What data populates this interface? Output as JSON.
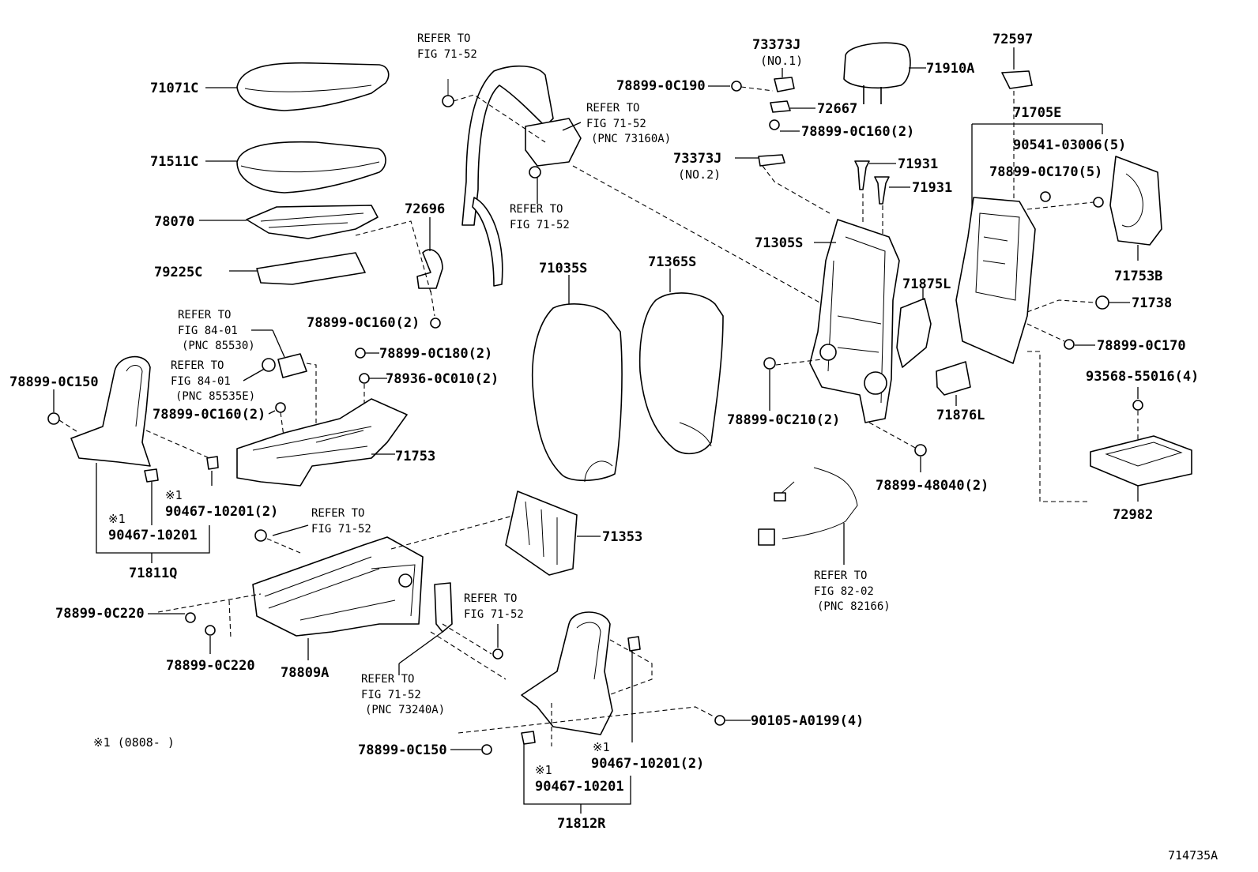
{
  "labels": {
    "p71071C": "71071C",
    "p71511C": "71511C",
    "p78070": "78070",
    "p79225C": "79225C",
    "ref1_l1": "REFER TO",
    "ref1_l2": "FIG 71-52",
    "ref2_l1": "REFER TO",
    "ref2_l2": "FIG 71-52",
    "ref2_l3": "(PNC 73160A)",
    "ref3_l1": "REFER TO",
    "ref3_l2": "FIG 71-52",
    "p72696": "72696",
    "p78899_0C160a": "78899-0C160(2)",
    "p73373J_1": "73373J",
    "no1": "(NO.1)",
    "p78899_0C190": "78899-0C190",
    "p72667": "72667",
    "p78899_0C160b": "78899-0C160(2)",
    "p73373J_2": "73373J",
    "no2": "(NO.2)",
    "p71910A": "71910A",
    "p72597": "72597",
    "p71705E": "71705E",
    "p90541": "90541-03006(5)",
    "p78899_0C170a": "78899-0C170(5)",
    "p71931a": "71931",
    "p71931b": "71931",
    "p71305S": "71305S",
    "p71753B": "71753B",
    "p71738": "71738",
    "p78899_0C170b": "78899-0C170",
    "p93568": "93568-55016(4)",
    "p72982": "72982",
    "p71875L": "71875L",
    "p71876L": "71876L",
    "p78899_0C210": "78899-0C210(2)",
    "p78899_48040": "78899-48040(2)",
    "p71035S": "71035S",
    "p71365S": "71365S",
    "ref4_l1": "REFER TO",
    "ref4_l2": "FIG 84-01",
    "ref4_l3": "(PNC 85530)",
    "ref5_l1": "REFER TO",
    "ref5_l2": "FIG 84-01",
    "ref5_l3": "(PNC 85535E)",
    "p78899_0C180": "78899-0C180(2)",
    "p78936": "78936-0C010(2)",
    "p78899_0C160c": "78899-0C160(2)",
    "p78899_0C150a": "78899-0C150",
    "p71753": "71753",
    "mark1a": "※1",
    "p90467_2a": "90467-10201(2)",
    "mark1b": "※1",
    "p90467a": "90467-10201",
    "p71811Q": "71811Q",
    "ref6_l1": "REFER TO",
    "ref6_l2": "FIG 71-52",
    "p71353": "71353",
    "ref7_l1": "REFER TO",
    "ref7_l2": "FIG 82-02",
    "ref7_l3": "(PNC 82166)",
    "p78899_0C220a": "78899-0C220",
    "p78899_0C220b": "78899-0C220",
    "p78809A": "78809A",
    "ref8_l1": "REFER TO",
    "ref8_l2": "FIG 71-52",
    "ref9_l1": "REFER TO",
    "ref9_l2": "FIG 71-52",
    "ref9_l3": "(PNC 73240A)",
    "p90105": "90105-A0199(4)",
    "p78899_0C150b": "78899-0C150",
    "mark1c": "※1",
    "p90467_2b": "90467-10201(2)",
    "mark1d": "※1",
    "p90467b": "90467-10201",
    "p71812R": "71812R",
    "footnote": "※1 (0808-      )",
    "diagram_id": "714735A"
  }
}
